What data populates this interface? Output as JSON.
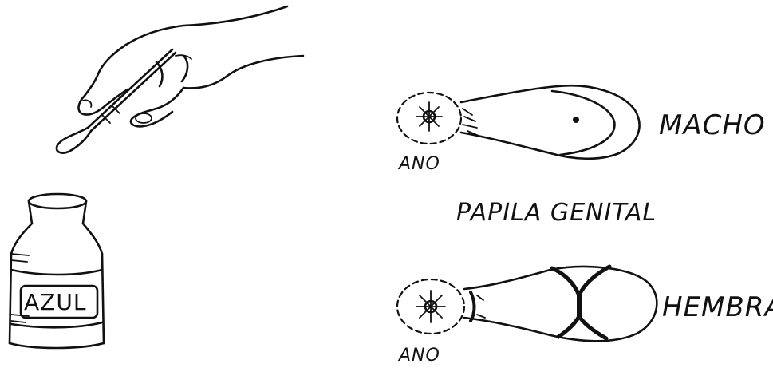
{
  "labels": {
    "male": "MACHO",
    "female": "HEMBRA",
    "genital_papilla": "PAPILA GENITAL",
    "anus_top": "ANO",
    "anus_bottom": "ANO",
    "bottle": "AZUL"
  },
  "icons": {
    "hand": "hand-holding-applicator-icon",
    "bottle": "dye-bottle-icon",
    "male_papilla": "male-papilla-icon",
    "female_papilla": "female-papilla-icon",
    "anus": "anus-circle-icon"
  },
  "colors": {
    "ink": "#111111",
    "background": "#ffffff"
  }
}
